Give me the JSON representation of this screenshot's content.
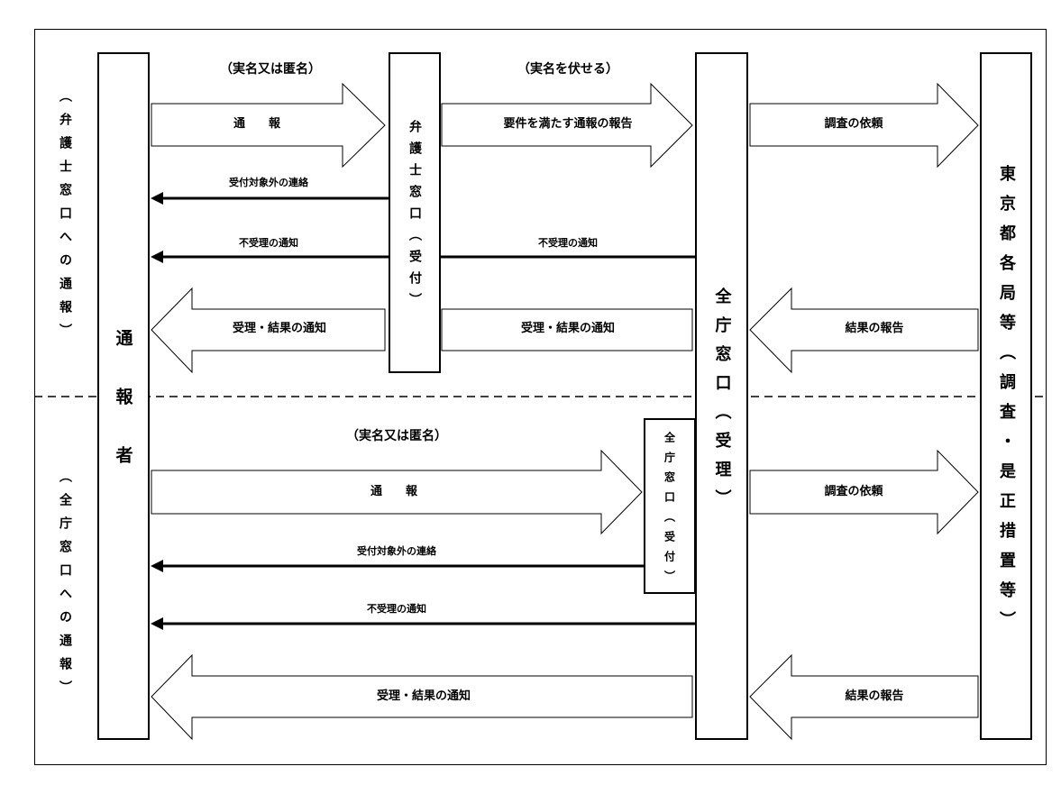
{
  "side_labels": {
    "top": "（弁護士窓口への通報）",
    "bottom": "（全庁窓口への通報）"
  },
  "lanes": {
    "reporter": "通報者",
    "lawyer_desk": "弁護士窓口（受付）",
    "central_desk": "全庁窓口（受理）",
    "bureaus": "東京都各局等（調査・是正措置等）",
    "central_intake": "全庁窓口（受付）"
  },
  "lawyer_route": {
    "identity_note_reporter": "（実名又は匿名）",
    "report": "通　　報",
    "identity_note_forward": "（実名を伏せる）",
    "forward_report": "要件を満たす通報の報告",
    "investigation_request": "調査の依頼",
    "out_of_scope_notice": "受付対象外の連絡",
    "rejection_to_reporter": "不受理の通知",
    "rejection_to_lawyer": "不受理の通知",
    "acceptance_to_reporter": "受理・結果の通知",
    "acceptance_to_lawyer": "受理・結果の通知",
    "result_report": "結果の報告"
  },
  "central_route": {
    "identity_note": "（実名又は匿名）",
    "report": "通　　報",
    "investigation_request": "調査の依頼",
    "out_of_scope_notice": "受付対象外の連絡",
    "rejection_to_reporter": "不受理の通知",
    "acceptance_to_reporter": "受理・結果の通知",
    "result_report": "結果の報告"
  }
}
